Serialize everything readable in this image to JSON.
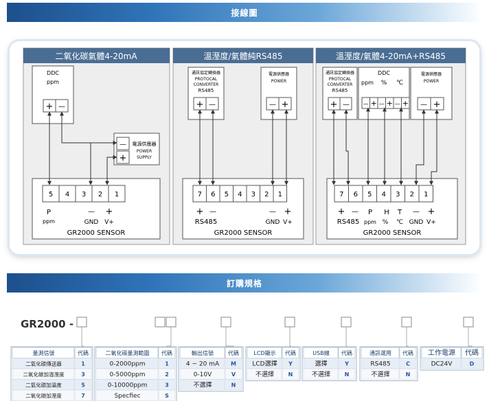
{
  "banner_wiring": "接線圖",
  "banner_order": "訂購規格",
  "panels": [
    {
      "title": "二氧化碳氣體4-20mA",
      "ddc": {
        "line1": "DDC",
        "line2": "ppm"
      },
      "power": {
        "line1": "電源供應器",
        "line2": "POWER",
        "line3": "SUPPLY"
      },
      "terminals": [
        "5",
        "4",
        "3",
        "2",
        "1"
      ],
      "labels": {
        "p": "P",
        "ppm": "ppm",
        "gnd": "GND",
        "vplus": "V+"
      },
      "sensor": "GR2000  SENSOR"
    },
    {
      "title": "溫溼度/氣體純RS485",
      "converter": {
        "line1": "通訊協定轉換器",
        "line2": "PROTOCAL",
        "line3": "CONVERTER",
        "line4": "RS485"
      },
      "power": {
        "line1": "電源供應器",
        "line2": "POWER"
      },
      "terminals": [
        "7",
        "6",
        "5",
        "4",
        "3",
        "2",
        "1"
      ],
      "labels": {
        "rs485": "RS485",
        "gnd": "GND",
        "vplus": "V+"
      },
      "sensor": "GR2000  SENSOR"
    },
    {
      "title": "溫溼度/氣體4-20mA+RS485",
      "converter": {
        "line1": "通訊協定轉換器",
        "line2": "PROTOCAL",
        "line3": "CONVERTER",
        "line4": "RS485"
      },
      "ddc": {
        "line1": "DDC",
        "ppm": "ppm",
        "pct": "%",
        "degc": "℃"
      },
      "power": {
        "line1": "電源供應器",
        "line2": "POWER"
      },
      "terminals": [
        "7",
        "6",
        "5",
        "4",
        "3",
        "2",
        "1"
      ],
      "labels": {
        "rs485": "RS485",
        "p": "P",
        "h": "H",
        "t": "T",
        "ppm": "ppm",
        "pct": "%",
        "degc": "℃",
        "gnd": "GND",
        "vplus": "V+"
      },
      "sensor": "GR2000  SENSOR"
    }
  ],
  "symbols": {
    "plus": "+",
    "minus": "—"
  },
  "order": {
    "model": "GR2000 -",
    "tables": [
      {
        "headers": [
          "量測信號",
          "代碼"
        ],
        "rows": [
          [
            "二氧化碳傳送器",
            "1"
          ],
          [
            "二氧化碳加溫溼度",
            "3"
          ],
          [
            "二氧化碳加溫度",
            "5"
          ],
          [
            "二氧化碳加溼度",
            "7"
          ]
        ]
      },
      {
        "headers": [
          "二氧化碳量測範圍",
          "代碼"
        ],
        "rows": [
          [
            "0-2000ppm",
            "1"
          ],
          [
            "0-5000ppm",
            "2"
          ],
          [
            "0-10000ppm",
            "3"
          ],
          [
            "Specfiec",
            "S"
          ]
        ]
      },
      {
        "headers": [
          "輸出信號",
          "代碼"
        ],
        "rows": [
          [
            "4 ~ 20 mA",
            "M"
          ],
          [
            "0-10V",
            "V"
          ],
          [
            "不選擇",
            "N"
          ]
        ]
      },
      {
        "headers": [
          "LCD顯示",
          "代碼"
        ],
        "rows": [
          [
            "LCD選擇",
            "Y"
          ],
          [
            "不選擇",
            "N"
          ]
        ]
      },
      {
        "headers": [
          "USB線",
          "代碼"
        ],
        "rows": [
          [
            "選擇",
            "Y"
          ],
          [
            "不選擇",
            "N"
          ]
        ]
      },
      {
        "headers": [
          "通訊選用",
          "代碼"
        ],
        "rows": [
          [
            "RS485",
            "C"
          ],
          [
            "不選擇",
            "N"
          ]
        ]
      },
      {
        "headers": [
          "工作電源",
          "代碼"
        ],
        "rows": [
          [
            "DC24V",
            "D"
          ]
        ]
      }
    ]
  }
}
